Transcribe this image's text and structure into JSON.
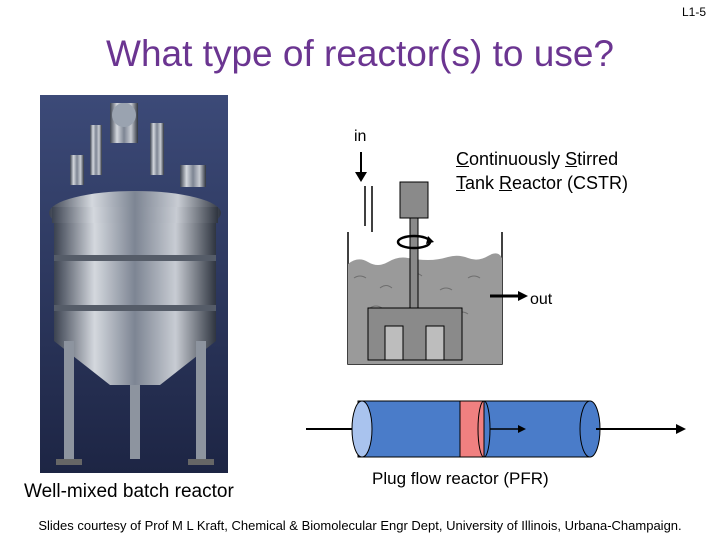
{
  "slide": {
    "number": "L1-5",
    "title": "What type of reactor(s) to use?",
    "credit": "Slides courtesy of Prof M L Kraft, Chemical & Biomolecular Engr Dept, University of Illinois, Urbana-Champaign."
  },
  "batch": {
    "label": "Well-mixed batch reactor"
  },
  "cstr": {
    "in_label": "in",
    "out_label": "out",
    "line1_a": "C",
    "line1_b": "ontinuously ",
    "line1_c": "S",
    "line1_d": "tirred",
    "line2_a": "T",
    "line2_b": "ank ",
    "line2_c": "R",
    "line2_d": "eactor (CSTR)"
  },
  "pfr": {
    "label": "Plug flow reactor (PFR)"
  },
  "colors": {
    "title": "#6b3591",
    "tube": "#4a7cc9",
    "plug": "#f08080"
  }
}
